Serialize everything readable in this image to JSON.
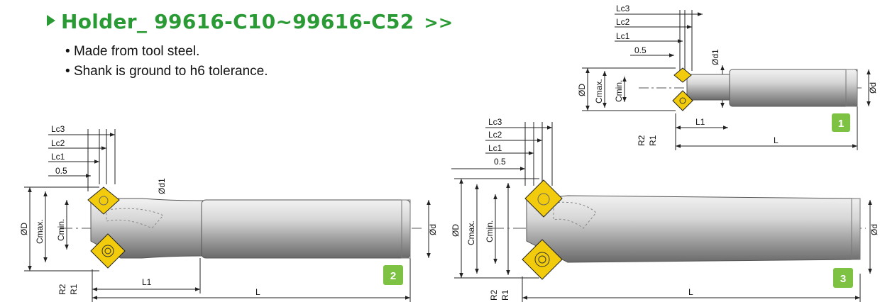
{
  "header": {
    "title": "Holder_ 99616-C10~99616-C52",
    "arrows": ">>"
  },
  "features": [
    "Made from tool steel.",
    "Shank is ground to h6 tolerance."
  ],
  "colors": {
    "accent": "#2a9a34",
    "badge": "#7dc242",
    "insert": "#f2cc0c",
    "shank": "#c8c8c8"
  },
  "diagrams": [
    {
      "number": "1",
      "labels": {
        "lc3": "Lc3",
        "lc2": "Lc2",
        "lc1": "Lc1",
        "off": "0.5",
        "d1": "Ød1",
        "D": "ØD",
        "cmax": "Cmax.",
        "cmin": "Cmin.",
        "r2": "R2",
        "r1": "R1",
        "l1": "L1",
        "l": "L",
        "d": "Ød"
      }
    },
    {
      "number": "2",
      "labels": {
        "lc3": "Lc3",
        "lc2": "Lc2",
        "lc1": "Lc1",
        "off": "0.5",
        "d1": "Ød1",
        "D": "ØD",
        "cmax": "Cmax.",
        "cmin": "Cmin.",
        "r2": "R2",
        "r1": "R1",
        "l1": "L1",
        "l": "L",
        "d": "Ød"
      }
    },
    {
      "number": "3",
      "labels": {
        "lc3": "Lc3",
        "lc2": "Lc2",
        "lc1": "Lc1",
        "off": "0.5",
        "D": "ØD",
        "cmax": "Cmax.",
        "cmin": "Cmin.",
        "r2": "R2",
        "r1": "R1",
        "l": "L",
        "d": "Ød"
      }
    }
  ]
}
